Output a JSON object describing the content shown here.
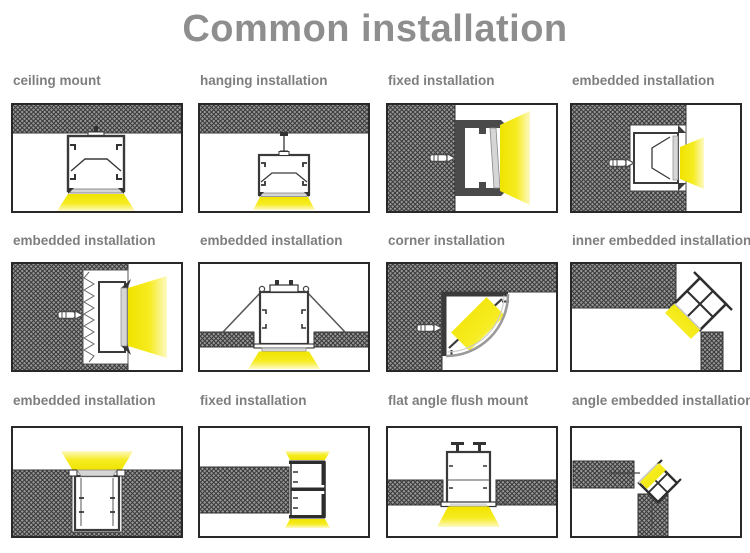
{
  "page": {
    "title": "Common installation"
  },
  "colors": {
    "title_gray": "#8e8e8e",
    "label_gray": "#7e7e7e",
    "panel_border": "#282828",
    "hatch_base": "#979797",
    "hatch_line": "#383838",
    "profile_dark": "#3a3a3a",
    "diffuser_gray": "#d6d6d6",
    "light_yellow_bright": "#f0e300",
    "light_yellow_pale": "#fdf9c6"
  },
  "cells": [
    {
      "label": "ceiling mount",
      "diagram": "ceiling-mount"
    },
    {
      "label": "hanging installation",
      "diagram": "hanging-installation"
    },
    {
      "label": "fixed installation",
      "diagram": "fixed-installation-wall"
    },
    {
      "label": "embedded installation",
      "diagram": "embedded-installation-wall"
    },
    {
      "label": "embedded installation",
      "diagram": "embedded-installation-wall-spring"
    },
    {
      "label": "embedded installation",
      "diagram": "embedded-installation-ceiling"
    },
    {
      "label": "corner installation",
      "diagram": "corner-installation"
    },
    {
      "label": "inner embedded installation",
      "diagram": "inner-embedded-installation"
    },
    {
      "label": "embedded installation",
      "diagram": "embedded-installation-floor"
    },
    {
      "label": "fixed installation",
      "diagram": "fixed-installation-shelf"
    },
    {
      "label": "flat angle flush mount",
      "diagram": "flat-angle-flush-mount"
    },
    {
      "label": "angle embedded installation",
      "diagram": "angle-embedded-installation"
    }
  ]
}
